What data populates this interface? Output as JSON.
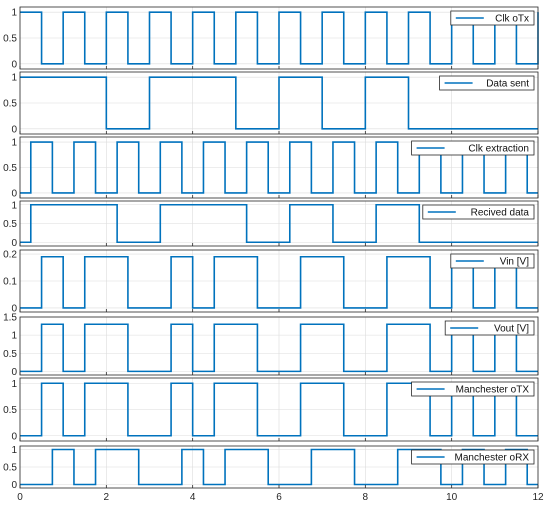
{
  "chart_data": {
    "type": "line",
    "layout": "stacked-subplots",
    "xlim": [
      0,
      12
    ],
    "x_ticks": [
      "0",
      "2",
      "4",
      "6",
      "8",
      "10",
      "12"
    ],
    "grid": true,
    "legend_placement": "top-right",
    "line_color": "#0072BD",
    "panels": [
      {
        "legend": "Clk oTx",
        "ylim": [
          -0.1,
          1.1
        ],
        "y_ticks": [
          "0",
          "0.5",
          "1"
        ],
        "series": [
          {
            "name": "Clk oTx",
            "x": [
              0,
              0.5,
              1,
              1.5,
              2,
              2.5,
              3,
              3.5,
              4,
              4.5,
              5,
              5.5,
              6,
              6.5,
              7,
              7.5,
              8,
              8.5,
              9,
              9.5,
              10,
              10.5,
              11,
              11.5,
              12
            ],
            "y": [
              1,
              0,
              1,
              0,
              1,
              0,
              1,
              0,
              1,
              0,
              1,
              0,
              1,
              0,
              1,
              0,
              1,
              0,
              1,
              0,
              1,
              0,
              1,
              0,
              1
            ]
          }
        ]
      },
      {
        "legend": "Data sent",
        "ylim": [
          -0.1,
          1.1
        ],
        "y_ticks": [
          "0",
          "0.5",
          "1"
        ],
        "series": [
          {
            "name": "Data sent",
            "x": [
              0,
              2,
              3,
              5,
              6,
              7,
              8,
              9,
              12
            ],
            "y": [
              1,
              0,
              1,
              0,
              1,
              0,
              1,
              0,
              0
            ]
          }
        ]
      },
      {
        "legend": "Clk extraction",
        "ylim": [
          -0.1,
          1.1
        ],
        "y_ticks": [
          "0",
          "0.5",
          "1"
        ],
        "series": [
          {
            "name": "Clk extraction",
            "x": [
              0,
              0.25,
              0.75,
              1.25,
              1.75,
              2.25,
              2.75,
              3.25,
              3.75,
              4.25,
              4.75,
              5.25,
              5.75,
              6.25,
              6.75,
              7.25,
              7.75,
              8.25,
              8.75,
              9.25,
              9.75,
              10.25,
              10.75,
              11.25,
              11.75,
              12
            ],
            "y": [
              0,
              1,
              0,
              1,
              0,
              1,
              0,
              1,
              0,
              1,
              0,
              1,
              0,
              1,
              0,
              1,
              0,
              1,
              0,
              1,
              0,
              1,
              0,
              1,
              0,
              0
            ]
          }
        ]
      },
      {
        "legend": "Recived data",
        "ylim": [
          -0.1,
          1.1
        ],
        "y_ticks": [
          "0",
          "0.5",
          "1"
        ],
        "series": [
          {
            "name": "Recived data",
            "x": [
              0,
              0.25,
              2.25,
              3.25,
              5.25,
              6.25,
              7.25,
              8.25,
              9.25,
              12
            ],
            "y": [
              0,
              1,
              0,
              1,
              0,
              1,
              0,
              1,
              0,
              0
            ]
          }
        ]
      },
      {
        "legend": "Vin [V]",
        "ylim": [
          -0.015,
          0.215
        ],
        "y_ticks": [
          "0",
          "0.1",
          "0.2"
        ],
        "series": [
          {
            "name": "Vin [V]",
            "x": [
              0,
              0.5,
              1,
              1.5,
              2.5,
              3.5,
              4,
              4.5,
              5.5,
              6.5,
              7.5,
              8.5,
              9.5,
              10,
              10.5,
              11,
              11.5,
              12
            ],
            "y": [
              0,
              0.19,
              0,
              0.19,
              0,
              0.19,
              0,
              0.19,
              0,
              0.19,
              0,
              0.19,
              0,
              0.19,
              0,
              0.19,
              0,
              0
            ]
          }
        ]
      },
      {
        "legend": "Vout [V]",
        "ylim": [
          -0.1,
          1.5
        ],
        "y_ticks": [
          "0",
          "0.5",
          "1",
          "1.5"
        ],
        "series": [
          {
            "name": "Vout [V]",
            "x": [
              0,
              0.5,
              1,
              1.5,
              2.5,
              3.5,
              4,
              4.5,
              5.5,
              6.5,
              7.5,
              8.5,
              9.5,
              10,
              10.5,
              11,
              11.5,
              12
            ],
            "y": [
              0,
              1.3,
              0,
              1.3,
              0,
              1.3,
              0,
              1.3,
              0,
              1.3,
              0,
              1.3,
              0,
              1.3,
              0,
              1.3,
              0,
              0
            ]
          }
        ]
      },
      {
        "legend": "Manchester oTX",
        "ylim": [
          -0.1,
          1.1
        ],
        "y_ticks": [
          "0",
          "0.5",
          "1"
        ],
        "series": [
          {
            "name": "Manchester oTX",
            "x": [
              0,
              0.5,
              1,
              1.5,
              2.5,
              3.5,
              4,
              4.5,
              5.5,
              6.5,
              7.5,
              8.5,
              9.5,
              10,
              10.5,
              11,
              11.5,
              12
            ],
            "y": [
              0,
              1,
              0,
              1,
              0,
              1,
              0,
              1,
              0,
              1,
              0,
              1,
              0,
              1,
              0,
              1,
              0,
              0
            ]
          }
        ]
      },
      {
        "legend": "Manchester oRX",
        "ylim": [
          -0.1,
          1.1
        ],
        "y_ticks": [
          "0",
          "0.5",
          "1"
        ],
        "series": [
          {
            "name": "Manchester oRX",
            "x": [
              0,
              0.75,
              1.25,
              1.75,
              2.75,
              3.75,
              4.25,
              4.75,
              5.75,
              6.75,
              7.75,
              8.75,
              9.75,
              10.25,
              10.75,
              11.25,
              11.75,
              12
            ],
            "y": [
              0,
              1,
              0,
              1,
              0,
              1,
              0,
              1,
              0,
              1,
              0,
              1,
              0,
              1,
              0,
              1,
              0,
              0
            ]
          }
        ]
      }
    ]
  }
}
